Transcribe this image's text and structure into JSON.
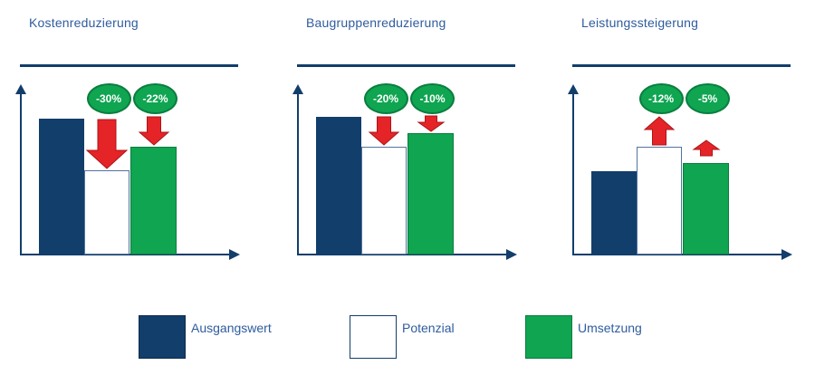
{
  "colors": {
    "navy": "#123e6b",
    "green": "#0fa551",
    "green_border": "#0a7e3f",
    "red": "#e52428",
    "red_border": "#ad1418",
    "white": "#ffffff",
    "white_bar_border": "#53739e",
    "text_blue": "#2e5c9e"
  },
  "chart_data": [
    {
      "type": "bar",
      "title": "Kostenreduzierung",
      "categories": [
        "Ausgangswert",
        "Potenzial",
        "Umsetzung"
      ],
      "values": [
        100,
        62,
        79
      ],
      "badges": [
        {
          "text": "-30%",
          "over": "Potenzial"
        },
        {
          "text": "-22%",
          "over": "Umsetzung"
        }
      ],
      "arrows": [
        {
          "over": "Potenzial",
          "direction": "down",
          "size": "large"
        },
        {
          "over": "Umsetzung",
          "direction": "down",
          "size": "medium"
        }
      ],
      "axis_style": "schematic arrow axes, no ticks or labels"
    },
    {
      "type": "bar",
      "title": "Baugruppenreduzierung",
      "categories": [
        "Ausgangswert",
        "Potenzial",
        "Umsetzung"
      ],
      "values": [
        101,
        79,
        89
      ],
      "badges": [
        {
          "text": "-20%",
          "over": "Potenzial"
        },
        {
          "text": "-10%",
          "over": "Umsetzung"
        }
      ],
      "arrows": [
        {
          "over": "Potenzial",
          "direction": "down",
          "size": "medium"
        },
        {
          "over": "Umsetzung",
          "direction": "down",
          "size": "small"
        }
      ],
      "axis_style": "schematic arrow axes, no ticks or labels"
    },
    {
      "type": "bar",
      "title": "Leistungssteigerung",
      "categories": [
        "Ausgangswert",
        "Potenzial",
        "Umsetzung"
      ],
      "values": [
        61,
        79,
        67
      ],
      "badges": [
        {
          "text": "-12%",
          "over": "Potenzial"
        },
        {
          "text": "-5%",
          "over": "Umsetzung"
        }
      ],
      "arrows": [
        {
          "over": "Potenzial",
          "direction": "up",
          "size": "medium"
        },
        {
          "over": "Umsetzung",
          "direction": "up",
          "size": "small"
        }
      ],
      "axis_style": "schematic arrow axes, no ticks or labels"
    }
  ],
  "legend": {
    "items": [
      {
        "label": "Ausgangswert",
        "swatch": "navy"
      },
      {
        "label": "Potenzial",
        "swatch": "white"
      },
      {
        "label": "Umsetzung",
        "swatch": "green"
      }
    ]
  }
}
